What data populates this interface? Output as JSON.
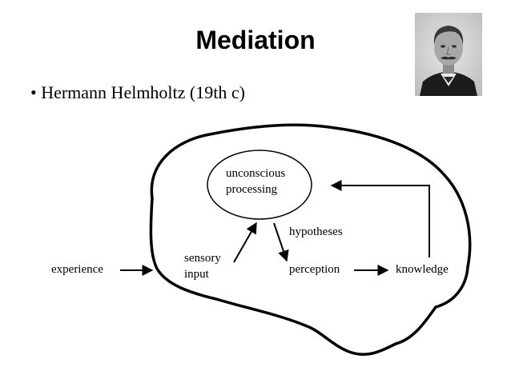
{
  "slide": {
    "title": "Mediation",
    "bullet": "• Hermann Helmholtz (19th c)"
  },
  "portrait": {
    "icon": "portrait-photo-icon"
  },
  "diagram": {
    "nodes": {
      "experience": "experience",
      "sensory_line1": "sensory",
      "sensory_line2": "input",
      "unconscious_line1": "unconscious",
      "unconscious_line2": "processing",
      "hypotheses": "hypotheses",
      "perception": "perception",
      "knowledge": "knowledge"
    },
    "icons": {
      "brain": "brain-outline-icon"
    }
  }
}
